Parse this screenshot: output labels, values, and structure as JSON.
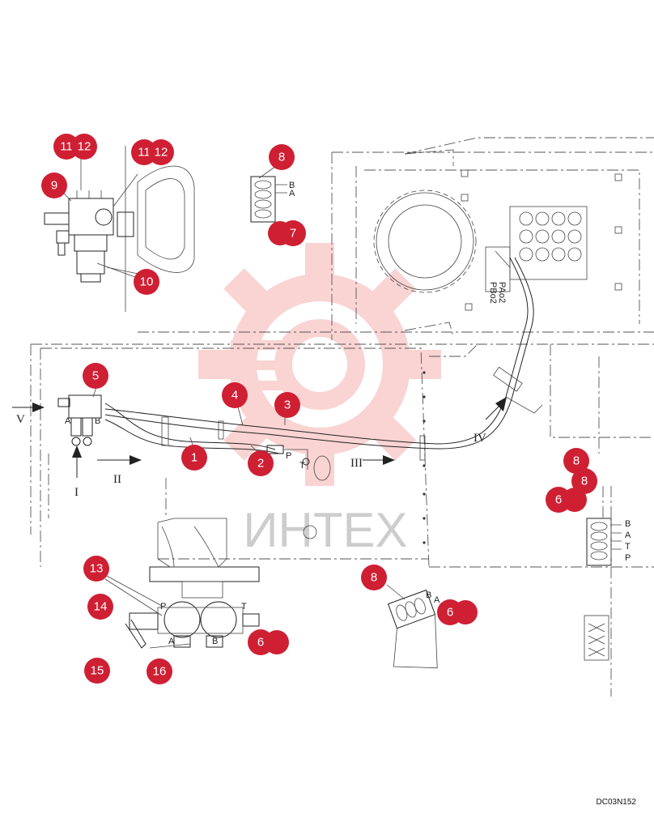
{
  "drawing_code": "DC03N152",
  "watermark_text": "ИНТЕХ",
  "colors": {
    "callout": "#cf1f33",
    "watermark": "#f07a7a",
    "ink": "#222222"
  },
  "callouts": [
    {
      "id": "c1",
      "label": "1"
    },
    {
      "id": "c2",
      "label": "2"
    },
    {
      "id": "c3",
      "label": "3"
    },
    {
      "id": "c4",
      "label": "4"
    },
    {
      "id": "c5",
      "label": "5"
    },
    {
      "id": "c6a",
      "label": "6"
    },
    {
      "id": "c6b",
      "label": "6"
    },
    {
      "id": "c6c",
      "label": "6"
    },
    {
      "id": "c7",
      "label": "7"
    },
    {
      "id": "c8a",
      "label": "8"
    },
    {
      "id": "c8b",
      "label": "8"
    },
    {
      "id": "c8c",
      "label": "8"
    },
    {
      "id": "c8d",
      "label": "8"
    },
    {
      "id": "c9",
      "label": "9"
    },
    {
      "id": "c10",
      "label": "10"
    },
    {
      "id": "c11a",
      "label": "11"
    },
    {
      "id": "c12a",
      "label": "12"
    },
    {
      "id": "c11b",
      "label": "11"
    },
    {
      "id": "c12b",
      "label": "12"
    },
    {
      "id": "c13",
      "label": "13"
    },
    {
      "id": "c14",
      "label": "14"
    },
    {
      "id": "c15",
      "label": "15"
    },
    {
      "id": "c16",
      "label": "16"
    }
  ],
  "view_labels": {
    "v_I": "I",
    "v_II": "II",
    "v_III": "III",
    "v_IV": "IV",
    "v_V": "V"
  },
  "port_labels": {
    "pao2": "PAo2",
    "pbo2": "PBo2",
    "B": "B",
    "A": "A",
    "P": "P",
    "T": "T"
  }
}
